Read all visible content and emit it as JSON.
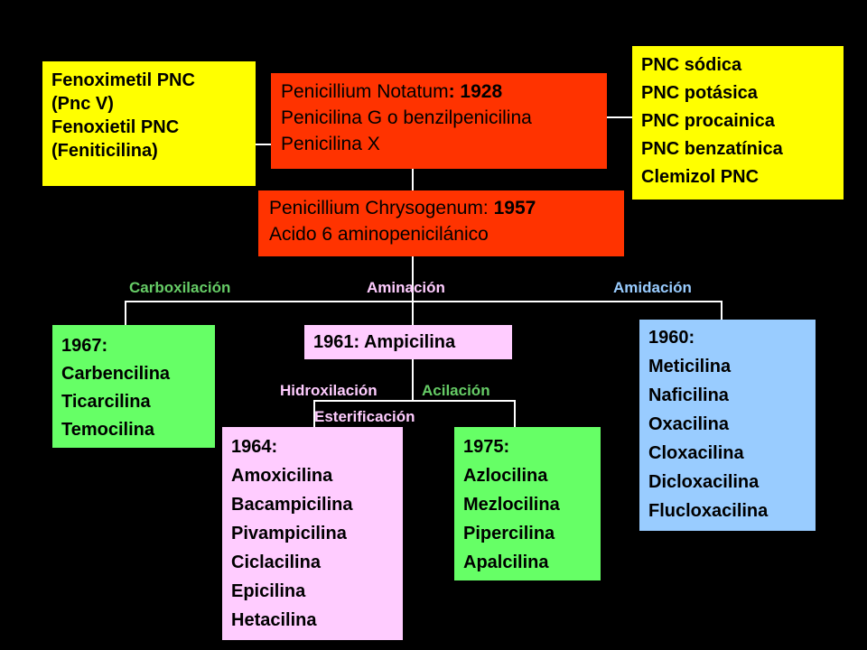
{
  "colors": {
    "background": "#000000",
    "yellow": "#ffff00",
    "red": "#ff3300",
    "green": "#66ff66",
    "pink": "#ffccff",
    "blue": "#99ccff",
    "label_green": "#66cc66",
    "label_pink": "#ffccff",
    "label_blue": "#99ccff"
  },
  "boxes": {
    "fenoximetil": [
      "Fenoximetil PNC",
      "(Pnc V)",
      "Fenoxietil PNC",
      "(Feniticilina)"
    ],
    "notatum": {
      "line1_prefix": "Penicillium Notatum",
      "line1_bold": ": 1928",
      "line2": "Penicilina G o benzilpenicilina",
      "line3": "Penicilina X"
    },
    "pnc_salts": [
      "PNC sódica",
      "PNC potásica",
      "PNC procainica",
      "PNC benzatínica",
      "Clemizol PNC"
    ],
    "chrysogenum": {
      "line1_prefix": "Penicillium Chrysogenum: ",
      "line1_bold": "1957",
      "line2": "Acido 6 aminopenicilánico"
    },
    "carboxy": [
      "1967:",
      "Carbencilina",
      "Ticarcilina",
      "Temocilina"
    ],
    "ampicilina": "1961: Ampicilina",
    "amida": [
      "1960:",
      "Meticilina",
      "Naficilina",
      "Oxacilina",
      "Cloxacilina",
      "Dicloxacilina",
      "Flucloxacilina"
    ],
    "y1964": [
      "1964:",
      "Amoxicilina",
      "Bacampicilina",
      "Pivampicilina",
      "Ciclacilina",
      "Epicilina",
      "Hetacilina"
    ],
    "y1975": [
      "1975:",
      "Azlocilina",
      "Mezlocilina",
      "Pipercilina",
      "Apalcilina"
    ]
  },
  "labels": {
    "carboxilacion": "Carboxilación",
    "aminacion": "Aminación",
    "amidacion": "Amidación",
    "hidroxilacion": "Hidroxilación",
    "acilacion": "Acilación",
    "esterificacion": "Esterificación"
  }
}
